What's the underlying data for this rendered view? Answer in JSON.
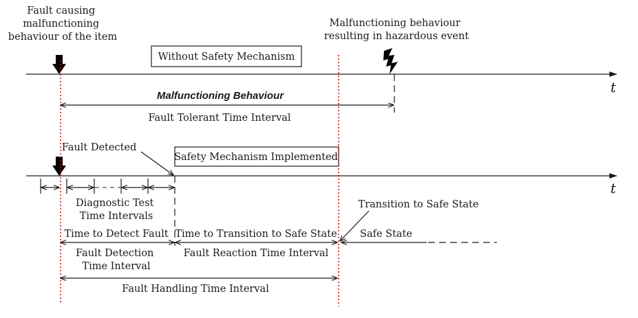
{
  "labels": {
    "fault_causing": [
      "Fault causing",
      "malfunctioning",
      "behaviour of the item"
    ],
    "malfunctioning_result": [
      "Malfunctioning behaviour",
      "resulting in hazardous event"
    ],
    "without_safety": "Without Safety Mechanism",
    "malfunctioning_behaviour": "Malfunctioning Behaviour",
    "ftti": "Fault Tolerant Time Interval",
    "fault_detected": "Fault Detected",
    "safety_implemented": "Safety Mechanism Implemented",
    "diag_test": [
      "Diagnostic Test",
      "Time Intervals"
    ],
    "transition_safe_state": "Transition to Safe State",
    "time_to_detect": "Time to Detect Fault",
    "time_to_transition": "Time to Transition to Safe State",
    "safe_state": "Safe State",
    "fdti": [
      "Fault Detection",
      "Time Interval"
    ],
    "frti": "Fault Reaction Time Interval",
    "fhti": "Fault Handling Time Interval",
    "t_axis_top": "t",
    "t_axis_bottom": "t"
  },
  "colors": {
    "red_marker": "#d01818",
    "ink": "#1a1a1a"
  },
  "icons": {
    "fault_arrow": "down-arrow-icon",
    "hazard": "lightning-bolt-icon"
  }
}
